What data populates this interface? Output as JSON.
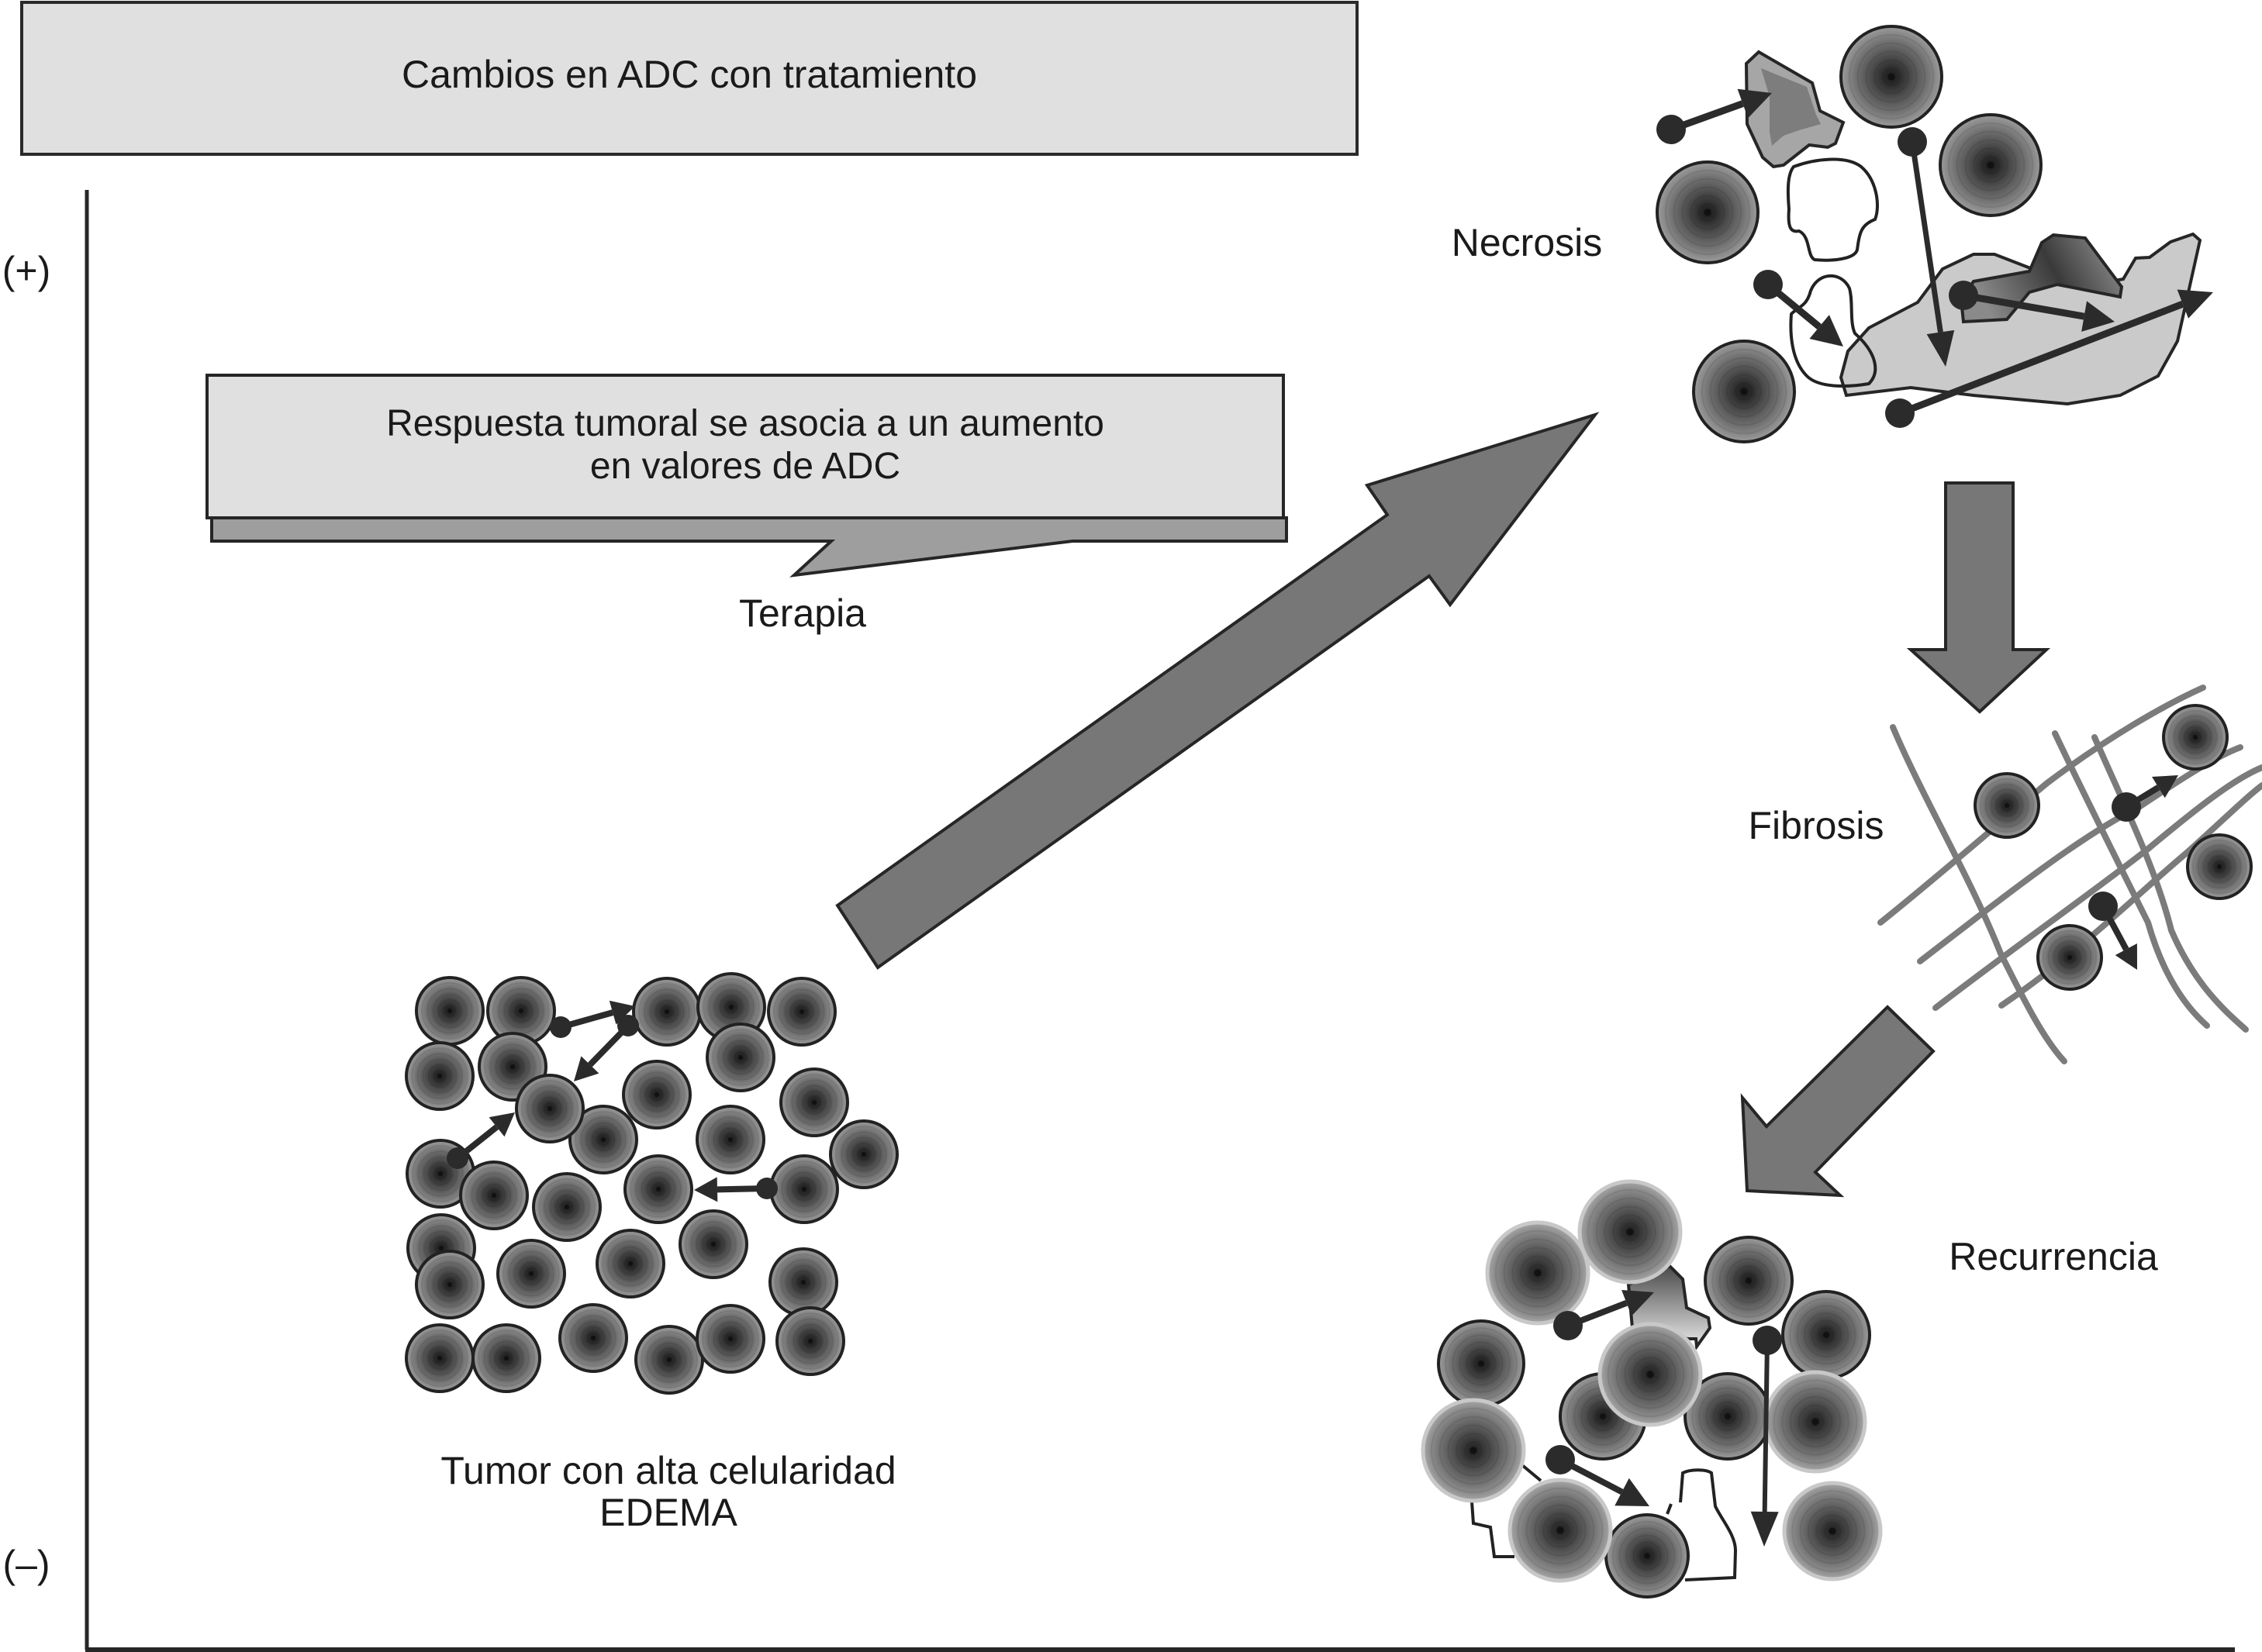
{
  "title": "Cambios en ADC con tratamiento",
  "y_axis": {
    "top_label": "(+)",
    "bottom_label": "(–)"
  },
  "callout": {
    "line1": "Respuesta tumoral se asocia a un aumento",
    "line2": "en valores de ADC"
  },
  "stages": {
    "therapy": "Terapia",
    "tumor_line1": "Tumor con alta celularidad",
    "tumor_line2": "EDEMA",
    "necrosis": "Necrosis",
    "fibrosis": "Fibrosis",
    "recurrence": "Recurrencia"
  },
  "flow": [
    "Tumor con alta celularidad / EDEMA",
    "Necrosis",
    "Fibrosis",
    "Recurrencia"
  ],
  "icons": {
    "cell": "concentric-gradient-circle",
    "water-molecule": "dot-with-arrow",
    "transition": "block-arrow"
  },
  "colors": {
    "box_fill": "#e0e0e0",
    "shadow_fill": "#9e9e9e",
    "arrow_fill": "#777777",
    "stroke": "#262626",
    "fiber": "#7b7b7b",
    "necrotic_fill": "#cacaca"
  }
}
